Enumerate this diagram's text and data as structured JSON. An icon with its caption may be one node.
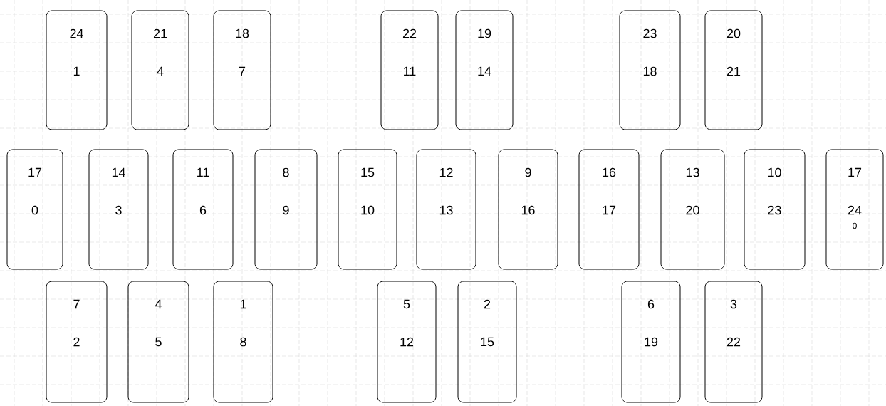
{
  "diagram": {
    "nodes": [
      {
        "text": [
          "24",
          "1"
        ]
      },
      {
        "text": [
          "21",
          "4"
        ]
      },
      {
        "text": [
          "18",
          "7"
        ]
      },
      {
        "text": [
          "22",
          "11"
        ]
      },
      {
        "text": [
          "19",
          "14"
        ]
      },
      {
        "text": [
          "23",
          "18"
        ]
      },
      {
        "text": [
          "20",
          "21"
        ]
      },
      {
        "text": [
          "17",
          "0"
        ]
      },
      {
        "text": [
          "14",
          "3"
        ]
      },
      {
        "text": [
          "11",
          "6"
        ]
      },
      {
        "text": [
          "8",
          "9"
        ]
      },
      {
        "text": [
          "15",
          "10"
        ]
      },
      {
        "text": [
          "12",
          "13"
        ]
      },
      {
        "text": [
          "9",
          "16"
        ]
      },
      {
        "text": [
          "16",
          "17"
        ]
      },
      {
        "text": [
          "13",
          "20"
        ]
      },
      {
        "text": [
          "10",
          "23"
        ]
      },
      {
        "text": [
          "17",
          "24",
          "0"
        ]
      },
      {
        "text": [
          "7",
          "2"
        ]
      },
      {
        "text": [
          "4",
          "5"
        ]
      },
      {
        "text": [
          "1",
          "8"
        ]
      },
      {
        "text": [
          "5",
          "12"
        ]
      },
      {
        "text": [
          "2",
          "15"
        ]
      },
      {
        "text": [
          "6",
          "19"
        ]
      },
      {
        "text": [
          "3",
          "22"
        ]
      }
    ]
  }
}
